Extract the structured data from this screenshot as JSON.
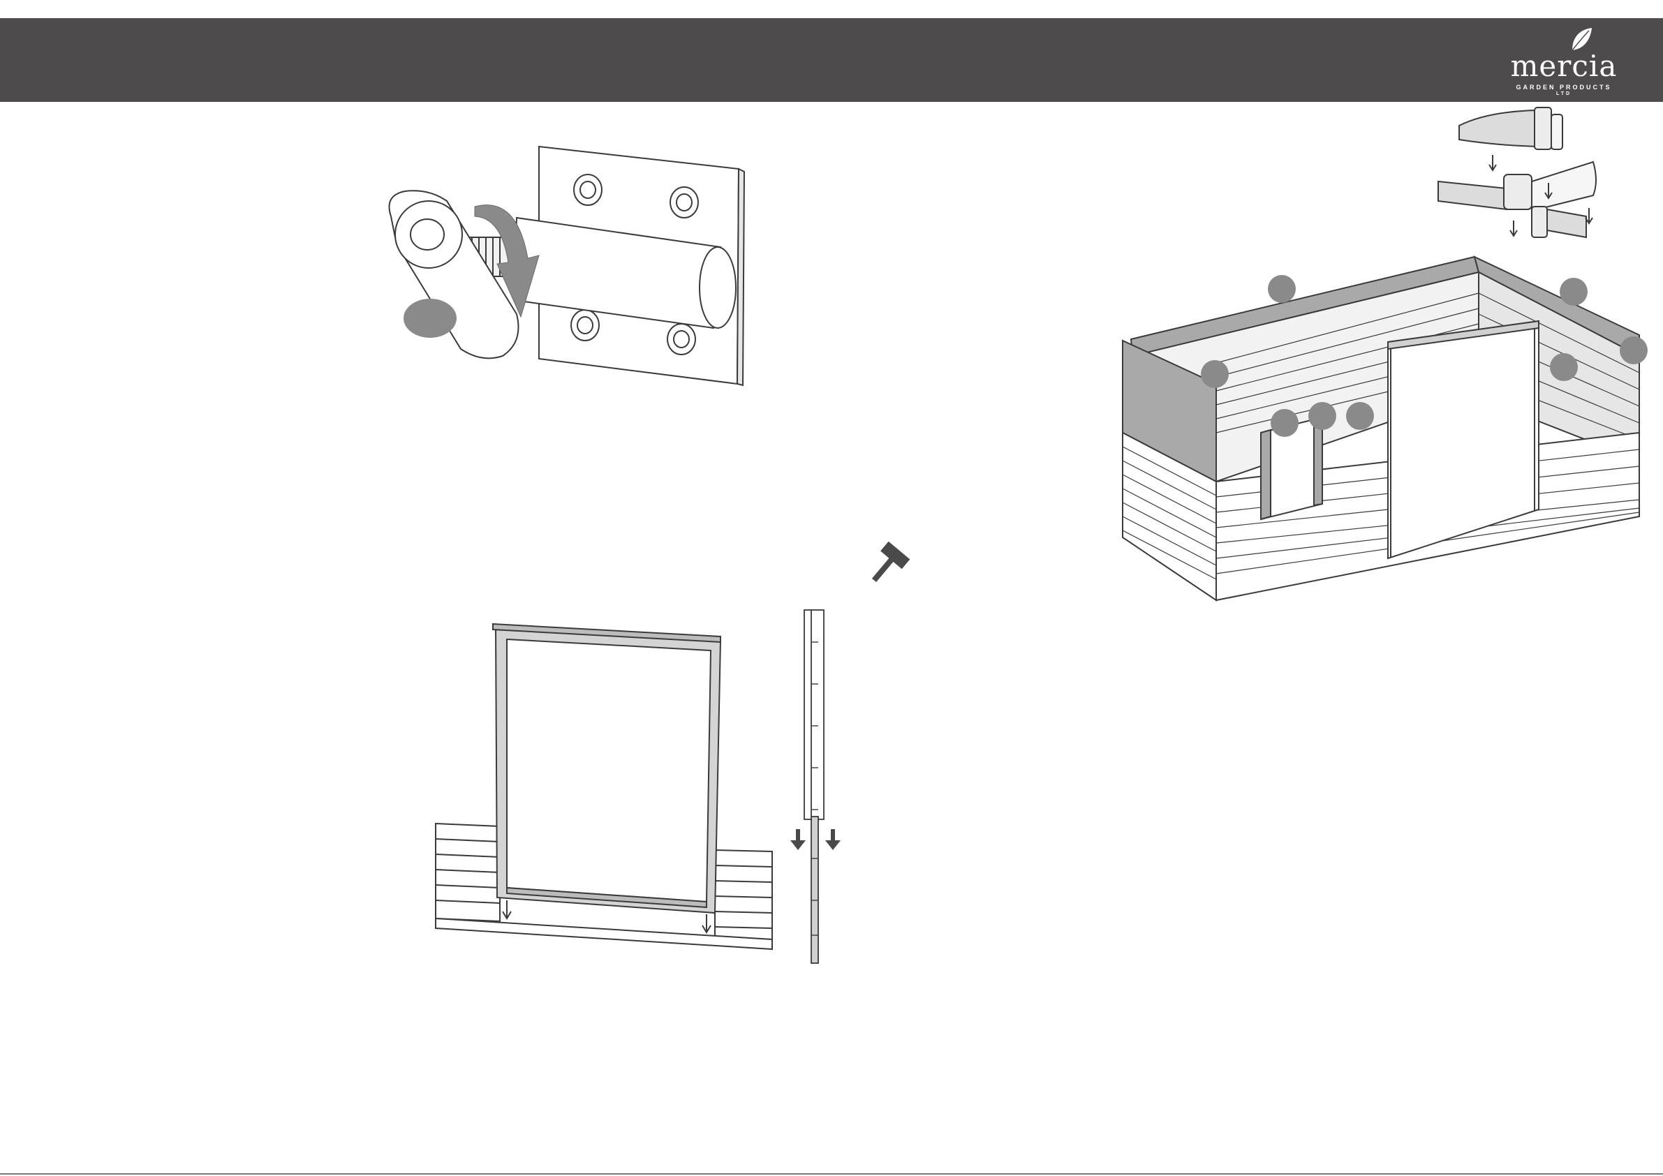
{
  "header": {
    "background": "#4e4b4c",
    "logo": {
      "wordmark": "mercia",
      "subtitle": "GARDEN PRODUCTS",
      "suffix": "LTD"
    }
  },
  "colors": {
    "line": "#3a3a3a",
    "callout": "#8a8a8a",
    "panel_grey": "#a9a9a9",
    "arrow": "#4a4a4a"
  },
  "icons": {
    "tool": "mallet-icon"
  }
}
